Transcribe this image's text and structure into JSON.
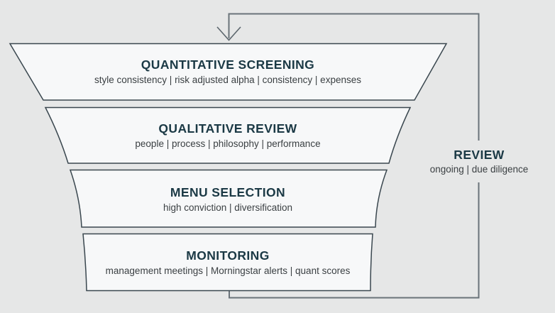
{
  "diagram": {
    "type": "funnel-process-with-feedback-loop",
    "stages": [
      {
        "title": "QUANTITATIVE SCREENING",
        "subtitle": "style consistency  |  risk adjusted alpha  |  consistency  |  expenses",
        "items": [
          "style consistency",
          "risk adjusted alpha",
          "consistency",
          "expenses"
        ]
      },
      {
        "title": "QUALITATIVE REVIEW",
        "subtitle": "people  |  process  |  philosophy  |  performance",
        "items": [
          "people",
          "process",
          "philosophy",
          "performance"
        ]
      },
      {
        "title": "MENU SELECTION",
        "subtitle": "high conviction  |  diversification",
        "items": [
          "high conviction",
          "diversification"
        ]
      },
      {
        "title": "MONITORING",
        "subtitle": "management meetings  |  Morningstar alerts  |  quant scores",
        "items": [
          "management meetings",
          "Morningstar alerts",
          "quant scores"
        ]
      }
    ],
    "loop": {
      "title": "REVIEW",
      "subtitle": "ongoing | due diligence",
      "items": [
        "ongoing",
        "due diligence"
      ]
    },
    "colors": {
      "background": "#e6e7e7",
      "stage_fill": "#f7f8f9",
      "stage_border": "#3a474f",
      "loop_line": "#6a737a",
      "title_text": "#1b3945",
      "subtitle_text": "#3a3f42"
    }
  }
}
